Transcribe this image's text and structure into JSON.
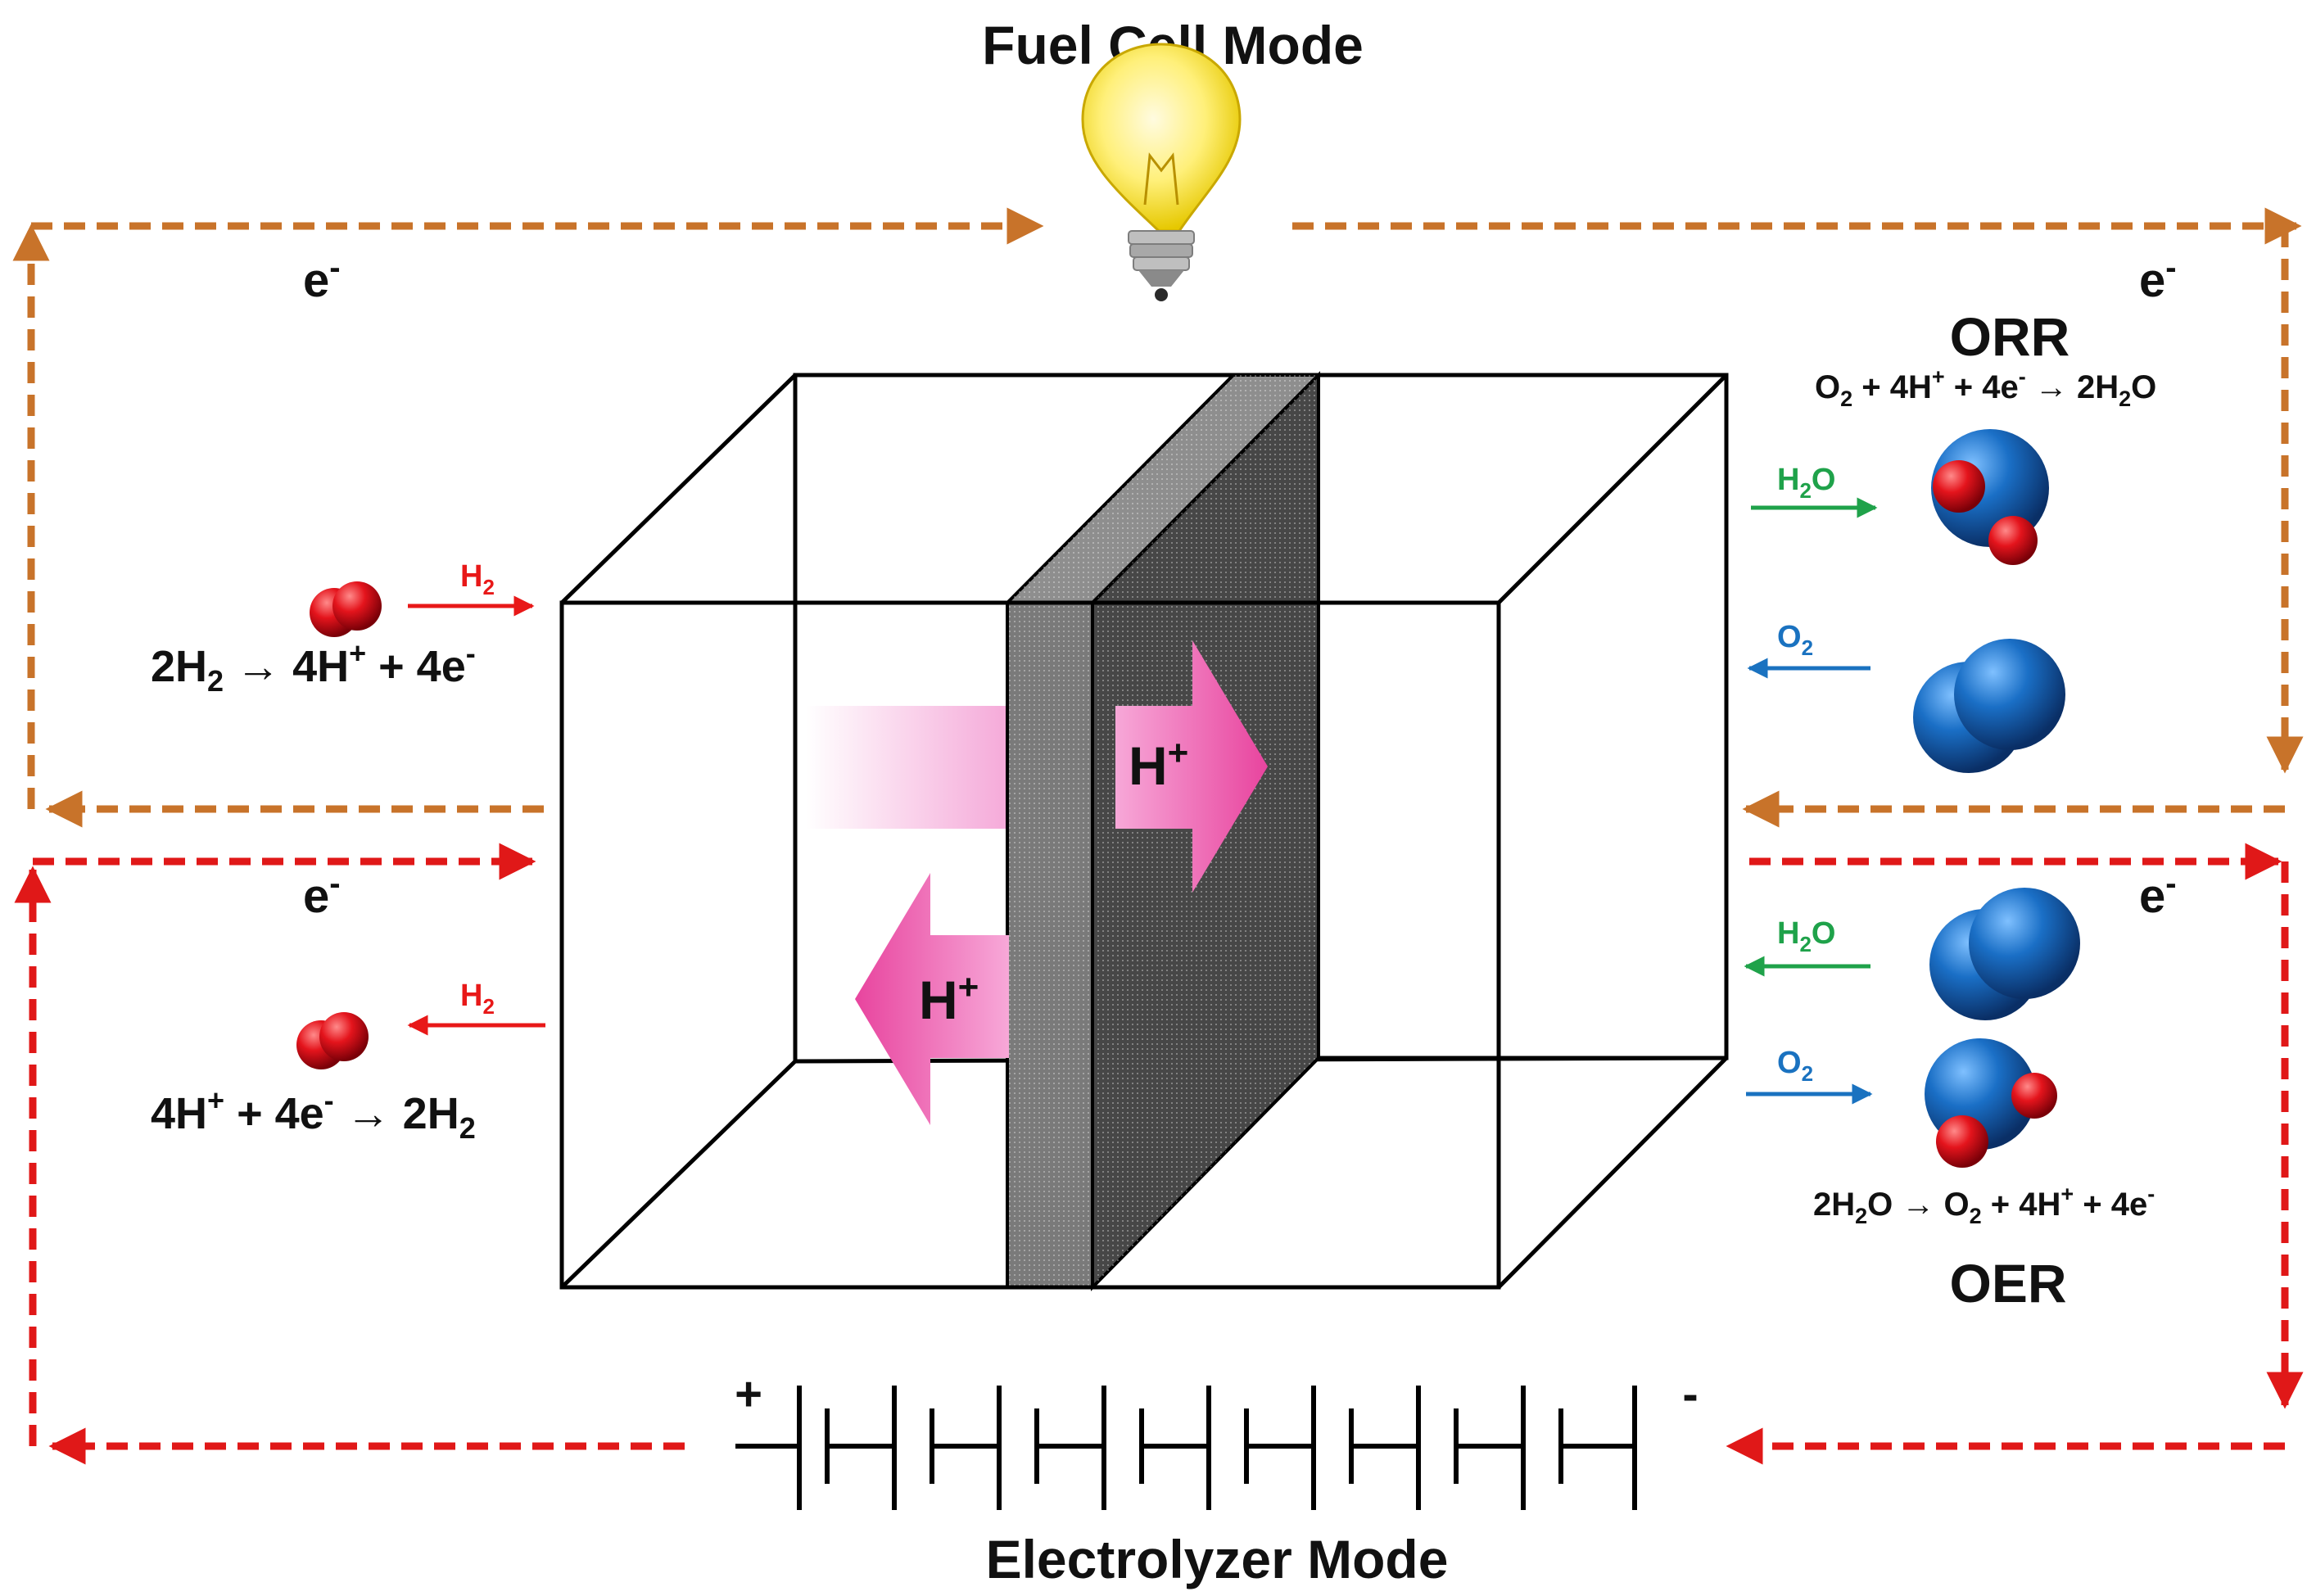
{
  "title_top": "Fuel Cell Mode",
  "title_bottom": "Electrolyzer Mode",
  "electron": {
    "base": "e",
    "sup": "-"
  },
  "orr": {
    "label": "ORR"
  },
  "oer": {
    "label": "OER"
  },
  "proton": {
    "base": "H",
    "sup": "+"
  },
  "battery": {
    "plus": "+",
    "minus": "-"
  },
  "colors": {
    "fuel_cell_wire": "#c8732a",
    "electrolyzer_wire": "#e01818",
    "h2_arrow": "#e81818",
    "h2o_arrow": "#1fa24a",
    "o2_arrow": "#1a72c0",
    "hydrogen_atom": "#e4141c",
    "oxygen_atom": "#1a6fc6",
    "proton_arrow": "#f06ab8",
    "membrane_dark": "#474747",
    "membrane_light": "#8e8e8e"
  },
  "icons": [
    "light-bulb-icon",
    "battery-icon",
    "h2-molecule-icon",
    "o2-molecule-icon",
    "h2o-molecule-icon"
  ]
}
